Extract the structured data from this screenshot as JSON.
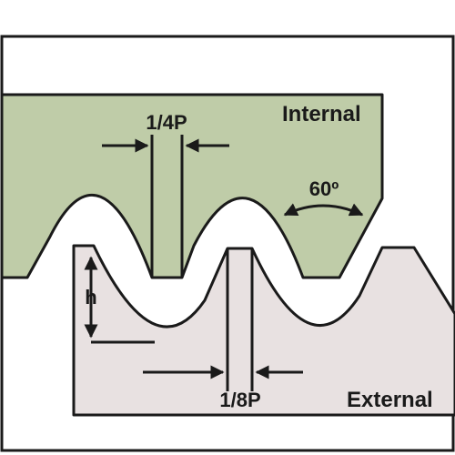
{
  "labels": {
    "internal": "Internal",
    "external": "External",
    "quarter_pitch": "1/4P",
    "eighth_pitch": "1/8P",
    "angle": "60º",
    "height": "h"
  },
  "colors": {
    "internal_fill": "#BFCCA8",
    "external_fill": "#E8E1E1",
    "outline": "#1a1a1a",
    "background": "#ffffff"
  }
}
